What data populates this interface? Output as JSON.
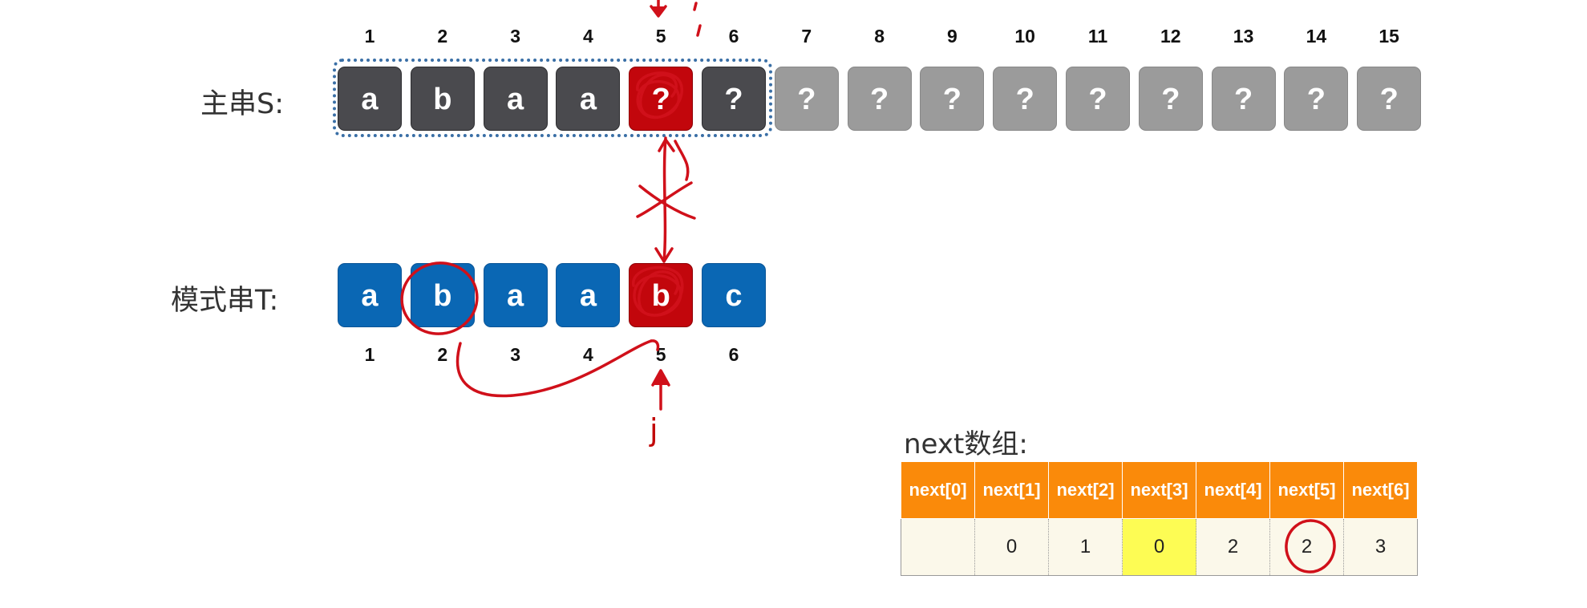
{
  "main_string": {
    "label": "主串S:",
    "indices": [
      "1",
      "2",
      "3",
      "4",
      "5",
      "6",
      "7",
      "8",
      "9",
      "10",
      "11",
      "12",
      "13",
      "14",
      "15"
    ],
    "chars": [
      "a",
      "b",
      "a",
      "a",
      "?",
      "?",
      "?",
      "?",
      "?",
      "?",
      "?",
      "?",
      "?",
      "?",
      "?"
    ],
    "states": [
      "dark",
      "dark",
      "dark",
      "dark",
      "red",
      "dark",
      "gray",
      "gray",
      "gray",
      "gray",
      "gray",
      "gray",
      "gray",
      "gray",
      "gray"
    ]
  },
  "pattern_string": {
    "label": "模式串T:",
    "indices": [
      "1",
      "2",
      "3",
      "4",
      "5",
      "6"
    ],
    "chars": [
      "a",
      "b",
      "a",
      "a",
      "b",
      "c"
    ],
    "states": [
      "blue",
      "blue",
      "blue",
      "blue",
      "red",
      "blue"
    ]
  },
  "pointer_label": "j",
  "next_array": {
    "title": "next数组:",
    "headers": [
      "next[0]",
      "next[1]",
      "next[2]",
      "next[3]",
      "next[4]",
      "next[5]",
      "next[6]"
    ],
    "values": [
      "",
      "0",
      "1",
      "0",
      "2",
      "2",
      "3"
    ],
    "highlight_index": 3,
    "circled_index": 5
  },
  "colors": {
    "dark_cell": "#4a4a4e",
    "gray_cell": "#9b9b9b",
    "blue_cell": "#0a67b4",
    "mismatch_cell": "#c2060c",
    "header": "#fa8a0a",
    "highlight": "#fdfc54",
    "annotation": "#d0101a"
  }
}
